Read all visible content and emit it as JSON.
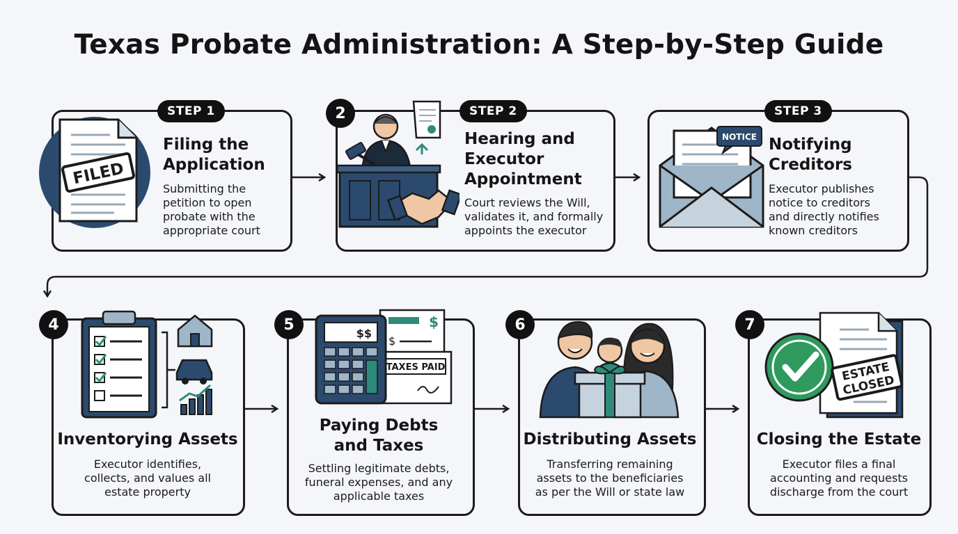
{
  "title": "Texas Probate Administration: A Step-by-Step Guide",
  "colors": {
    "navy": "#2b4a6e",
    "steel": "#9fb6c8",
    "teal": "#2e8b7a",
    "green": "#2f9a5e",
    "ink": "#1b1b1b"
  },
  "steps": [
    {
      "badge": "STEP 1",
      "title_lines": [
        "Filing the",
        "Application"
      ],
      "desc_lines": [
        "Submitting the",
        "petition to open",
        "probate with the",
        "appropriate court"
      ],
      "stamp": "FILED",
      "icon": "filed-document-icon"
    },
    {
      "badge": "STEP 2",
      "number": "2",
      "title_lines": [
        "Hearing and",
        "Executor",
        "Appointment"
      ],
      "desc_lines": [
        "Court reviews the Will,",
        "validates it, and formally",
        "appoints the executor"
      ],
      "icon": "judge-courtroom-icon"
    },
    {
      "badge": "STEP 3",
      "title_lines": [
        "Notifying",
        "Creditors"
      ],
      "desc_lines": [
        "Executor publishes",
        "notice to creditors",
        "and directly notifies",
        "known creditors"
      ],
      "stamp": "NOTICE",
      "icon": "notice-envelope-icon"
    },
    {
      "number": "4",
      "title_lines": [
        "Inventorying Assets"
      ],
      "desc_lines": [
        "Executor identifies,",
        "collects, and values all",
        "estate property"
      ],
      "icon": "clipboard-assets-icon"
    },
    {
      "number": "5",
      "title_lines": [
        "Paying Debts",
        "and Taxes"
      ],
      "desc_lines": [
        "Settling legitimate debts,",
        "funeral expenses, and any",
        "applicable taxes"
      ],
      "calc_label": "$$",
      "stamp": "TAXES PAID",
      "icon": "calculator-taxes-icon"
    },
    {
      "number": "6",
      "title_lines": [
        "Distributing Assets"
      ],
      "desc_lines": [
        "Transferring remaining",
        "assets to the beneficiaries",
        "as per the Will or state law"
      ],
      "icon": "family-gift-icon"
    },
    {
      "number": "7",
      "title_lines": [
        "Closing the Estate"
      ],
      "desc_lines": [
        "Executor files a final",
        "accounting and requests",
        "discharge from the court"
      ],
      "stamp_lines": [
        "ESTATE",
        "CLOSED"
      ],
      "icon": "estate-closed-icon"
    }
  ]
}
